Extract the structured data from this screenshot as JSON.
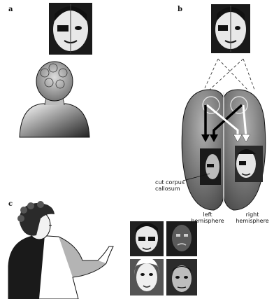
{
  "panels": {
    "a": {
      "label": "a"
    },
    "b": {
      "label": "b",
      "cut_callosum_label_line1": "cut corpus",
      "cut_callosum_label_line2": "callosum",
      "left_hemisphere_line1": "left",
      "left_hemisphere_line2": "hemisphere",
      "right_hemisphere_line1": "right",
      "right_hemisphere_line2": "hemisphere"
    },
    "c": {
      "label": "c"
    }
  },
  "colors": {
    "ink": "#111111",
    "mid_gray": "#6f6f6f",
    "light_gray": "#cfcfcf",
    "brain_fill": "#8c8c8c"
  },
  "icons": [
    "chimeric-face-icon",
    "person-back-view-icon",
    "brain-top-view-icon",
    "person-pointing-icon"
  ]
}
